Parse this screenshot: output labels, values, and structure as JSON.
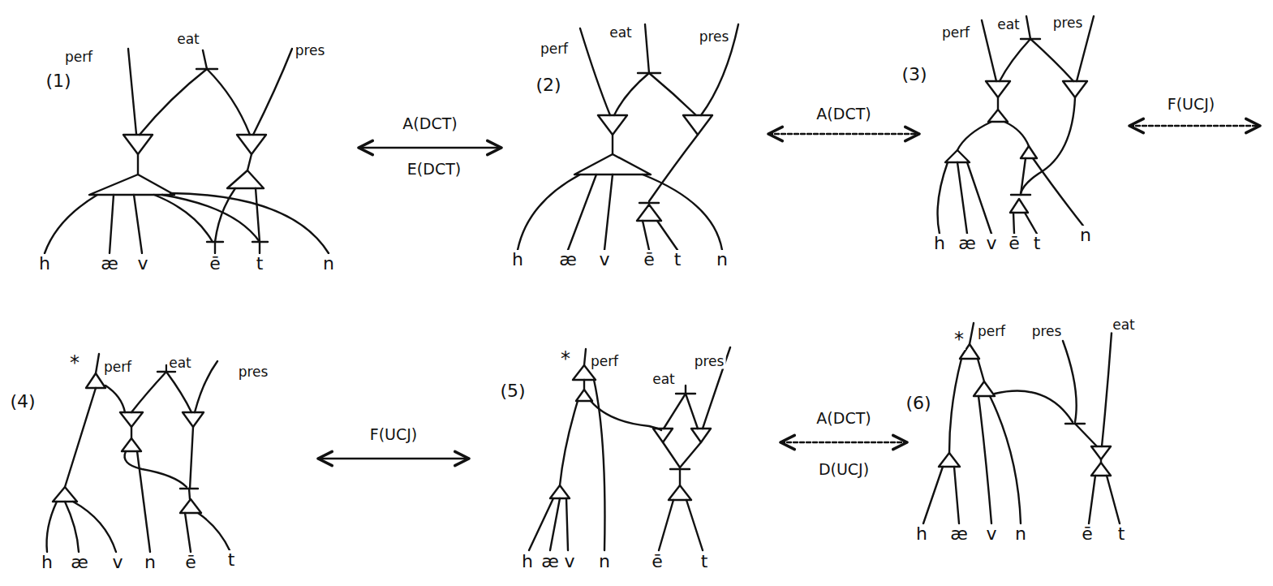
{
  "diagram": {
    "labels": [
      "perf",
      "eat",
      "pres",
      "(1)",
      "h",
      "æ",
      "v",
      "ē",
      "t",
      "n",
      "A(DCT)",
      "E(DCT)",
      "perf",
      "eat",
      "pres",
      "(2)",
      "h",
      "æ",
      "v",
      "ē",
      "t",
      "n",
      "A(DCT)",
      "perf",
      "eat",
      "pres",
      "(3)",
      "h",
      "æ",
      "v",
      "ē",
      "t",
      "n",
      "F(UCJ)",
      "*",
      "perf",
      "eat",
      "pres",
      "(4)",
      "h",
      "æ",
      "v",
      "n",
      "ē",
      "t",
      "F(UCJ)",
      "*",
      "perf",
      "eat",
      "pres",
      "(5)",
      "h",
      "æ",
      "v",
      "n",
      "ē",
      "t",
      "A(DCT)",
      "D(UCJ)",
      "*",
      "perf",
      "pres",
      "eat",
      "(6)",
      "h",
      "æ",
      "v",
      "n",
      "ē",
      "t"
    ]
  }
}
